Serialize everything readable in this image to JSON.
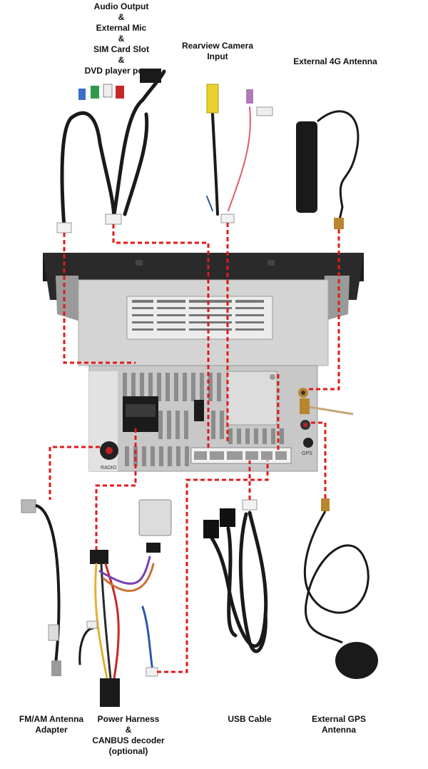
{
  "labels": {
    "audio": [
      "Audio Output",
      "&",
      "External Mic",
      "&",
      "SIM Card Slot",
      "&",
      "DVD player power"
    ],
    "camera": [
      "Rearview Camera",
      "Input"
    ],
    "antenna4g": [
      "External 4G Antenna"
    ],
    "fmam": [
      "FM/AM Antenna",
      "Adapter"
    ],
    "power": [
      "Power Harness",
      "&",
      "CANBUS decoder",
      "(optional)"
    ],
    "usb": [
      "USB Cable"
    ],
    "gps": [
      "External GPS",
      "Antenna"
    ]
  },
  "unit_text": {
    "radio": "RADIO",
    "gps_port": "GPS"
  },
  "colors": {
    "dashed_line": "#e01b1b",
    "unit_body": "#cfcfcf",
    "cable": "#1a1a1a"
  }
}
